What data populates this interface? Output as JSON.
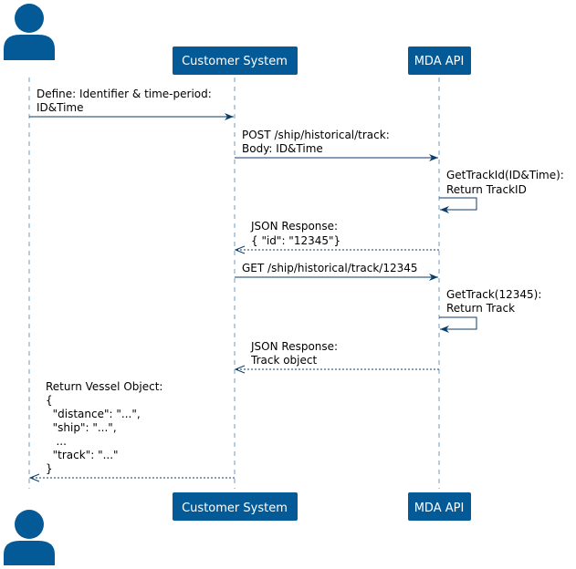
{
  "colors": {
    "participant_fill": "#035A97",
    "participant_text": "#FFFFFF",
    "arrow": "#0B3E6B",
    "lifeline": "#6B9DC9"
  },
  "participants": [
    {
      "id": "user",
      "kind": "actor",
      "label": ""
    },
    {
      "id": "customer",
      "kind": "box",
      "label": "Customer System"
    },
    {
      "id": "mda",
      "kind": "box",
      "label": "MDA API"
    }
  ],
  "messages": [
    {
      "from": "user",
      "to": "customer",
      "style": "solid",
      "lines": [
        "Define: Identifier & time-period:",
        "ID&Time"
      ]
    },
    {
      "from": "customer",
      "to": "mda",
      "style": "solid",
      "lines": [
        "POST /ship/historical/track:",
        "Body: ID&Time"
      ]
    },
    {
      "from": "mda",
      "to": "mda",
      "style": "solid",
      "lines": [
        "GetTrackId(ID&Time):",
        "Return TrackID"
      ]
    },
    {
      "from": "mda",
      "to": "customer",
      "style": "dashed",
      "lines": [
        "JSON Response:",
        "{ \"id\": \"12345\"}"
      ]
    },
    {
      "from": "customer",
      "to": "mda",
      "style": "solid",
      "lines": [
        "GET /ship/historical/track/12345"
      ]
    },
    {
      "from": "mda",
      "to": "mda",
      "style": "solid",
      "lines": [
        "GetTrack(12345):",
        "Return Track"
      ]
    },
    {
      "from": "mda",
      "to": "customer",
      "style": "dashed",
      "lines": [
        "JSON Response:",
        "Track object"
      ]
    },
    {
      "from": "customer",
      "to": "user",
      "style": "dashed",
      "lines": [
        "Return Vessel Object:",
        "{",
        "  \"distance\": \"...\",",
        "  \"ship\": \"...\",",
        "   ...",
        "  \"track\": \"...\"",
        "}"
      ]
    }
  ]
}
